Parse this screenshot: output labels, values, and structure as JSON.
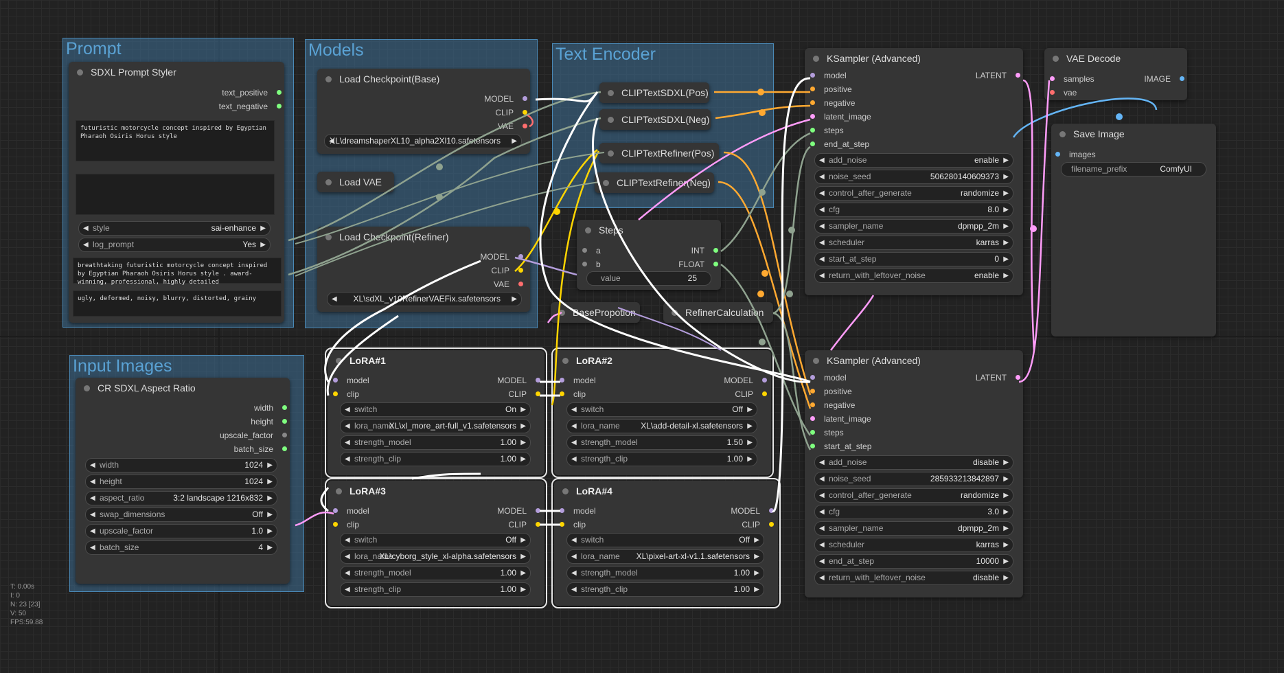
{
  "colors": {
    "model": "#b39ddb",
    "clip": "#ffd500",
    "vae": "#ff6e6e",
    "conditioning": "#ffa931",
    "latent": "#ff9cf9",
    "int": "#7fff7f",
    "image": "#64b5f6",
    "group": "#3f789e"
  },
  "groups": {
    "prompt": "Prompt",
    "models": "Models",
    "text_encoder": "Text Encoder",
    "input_images": "Input Images"
  },
  "styler": {
    "title": "SDXL Prompt Styler",
    "out_pos": "text_positive",
    "out_neg": "text_negative",
    "text_pos": "futuristic motorcycle concept inspired by Egyptian Pharaoh Osiris Horus style",
    "text_neg": "",
    "style_label": "style",
    "style_value": "sai-enhance",
    "log_label": "log_prompt",
    "log_value": "Yes",
    "out_text_pos": "breathtaking futuristic motorcycle concept inspired by Egyptian Pharaoh Osiris Horus style . award-winning, professional, highly detailed",
    "out_text_neg": "ugly, deformed, noisy, blurry, distorted, grainy"
  },
  "ckpt_base": {
    "title": "Load Checkpoint(Base)",
    "model": "MODEL",
    "clip": "CLIP",
    "vae": "VAE",
    "ckpt": "XL\\dreamshaperXL10_alpha2Xl10.safetensors"
  },
  "load_vae": {
    "title": "Load VAE"
  },
  "ckpt_refiner": {
    "title": "Load Checkpoint(Refiner)",
    "model": "MODEL",
    "clip": "CLIP",
    "vae": "VAE",
    "ckpt": "XL\\sdXL_v10RefinerVAEFix.safetensors"
  },
  "clip_nodes": [
    "CLIPTextSDXL(Pos)",
    "CLIPTextSDXL(Neg)",
    "CLIPTextRefiner(Pos)",
    "CLIPTextRefiner(Neg)"
  ],
  "steps": {
    "title": "Steps",
    "a": "a",
    "b": "b",
    "int": "INT",
    "float": "FLOAT",
    "value_label": "value",
    "value": "25"
  },
  "base_proportion": "BasePropotion",
  "refiner_calc": "RefinerCalculation",
  "ksampler1": {
    "title": "KSampler (Advanced)",
    "inputs": [
      "model",
      "positive",
      "negative",
      "latent_image",
      "steps",
      "end_at_step"
    ],
    "output": "LATENT",
    "widgets": [
      [
        "add_noise",
        "enable"
      ],
      [
        "noise_seed",
        "506280140609373"
      ],
      [
        "control_after_generate",
        "randomize"
      ],
      [
        "cfg",
        "8.0"
      ],
      [
        "sampler_name",
        "dpmpp_2m"
      ],
      [
        "scheduler",
        "karras"
      ],
      [
        "start_at_step",
        "0"
      ],
      [
        "return_with_leftover_noise",
        "enable"
      ]
    ]
  },
  "ksampler2": {
    "title": "KSampler (Advanced)",
    "inputs": [
      "model",
      "positive",
      "negative",
      "latent_image",
      "steps",
      "start_at_step"
    ],
    "output": "LATENT",
    "widgets": [
      [
        "add_noise",
        "disable"
      ],
      [
        "noise_seed",
        "285933213842897"
      ],
      [
        "control_after_generate",
        "randomize"
      ],
      [
        "cfg",
        "3.0"
      ],
      [
        "sampler_name",
        "dpmpp_2m"
      ],
      [
        "scheduler",
        "karras"
      ],
      [
        "end_at_step",
        "10000"
      ],
      [
        "return_with_leftover_noise",
        "disable"
      ]
    ]
  },
  "vae_decode": {
    "title": "VAE Decode",
    "samples": "samples",
    "vae": "vae",
    "image": "IMAGE"
  },
  "save_image": {
    "title": "Save Image",
    "images": "images",
    "prefix_label": "filename_prefix",
    "prefix": "ComfyUI"
  },
  "aspect": {
    "title": "CR SDXL Aspect Ratio",
    "outputs": [
      "width",
      "height",
      "upscale_factor",
      "batch_size"
    ],
    "widgets": [
      [
        "width",
        "1024"
      ],
      [
        "height",
        "1024"
      ],
      [
        "aspect_ratio",
        "3:2 landscape 1216x832"
      ],
      [
        "swap_dimensions",
        "Off"
      ],
      [
        "upscale_factor",
        "1.0"
      ],
      [
        "batch_size",
        "4"
      ]
    ]
  },
  "loras": [
    {
      "title": "LoRA#1",
      "switch": "On",
      "lora_name": "XL\\xl_more_art-full_v1.safetensors",
      "strength_model": "1.00",
      "strength_clip": "1.00"
    },
    {
      "title": "LoRA#2",
      "switch": "Off",
      "lora_name": "XL\\add-detail-xl.safetensors",
      "strength_model": "1.50",
      "strength_clip": "1.00"
    },
    {
      "title": "LoRA#3",
      "switch": "Off",
      "lora_name": "XL\\cyborg_style_xl-alpha.safetensors",
      "strength_model": "1.00",
      "strength_clip": "1.00"
    },
    {
      "title": "LoRA#4",
      "switch": "Off",
      "lora_name": "XL\\pixel-art-xl-v1.1.safetensors",
      "strength_model": "1.00",
      "strength_clip": "1.00"
    }
  ],
  "lora_labels": {
    "model": "model",
    "clip": "clip",
    "MODEL": "MODEL",
    "CLIP": "CLIP",
    "switch": "switch",
    "lora_name": "lora_name",
    "strength_model": "strength_model",
    "strength_clip": "strength_clip"
  },
  "stats": {
    "t": "T: 0.00s",
    "i": "I: 0",
    "n": "N: 23 [23]",
    "v": "V: 50",
    "fps": "FPS:59.88"
  }
}
